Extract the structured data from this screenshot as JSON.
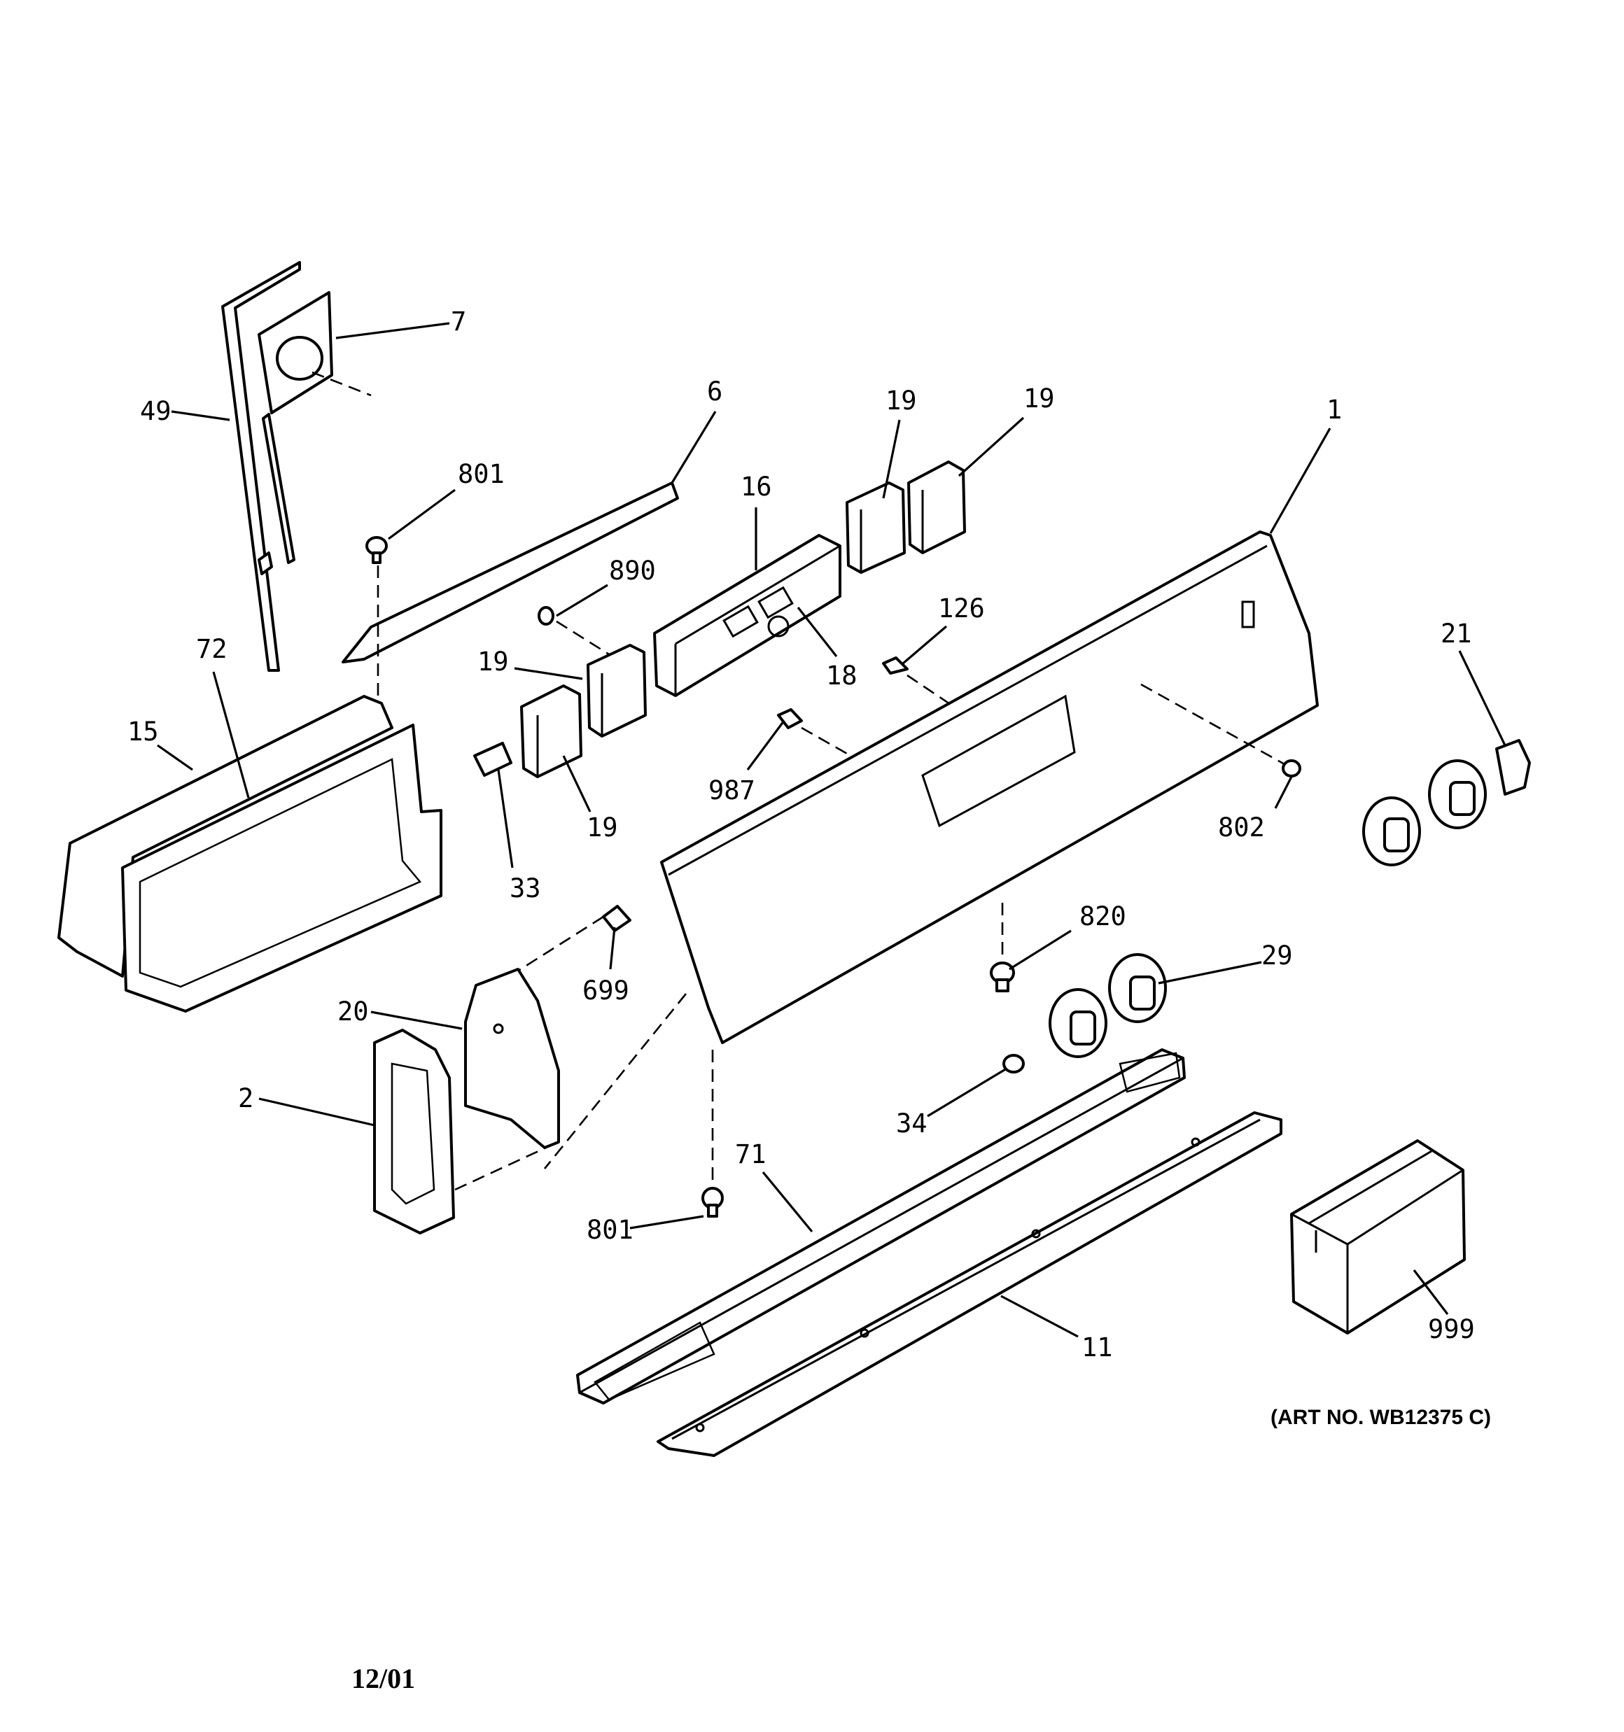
{
  "callouts": {
    "c7": "7",
    "c49": "49",
    "c6": "6",
    "c801_top": "801",
    "c16": "16",
    "c19_a": "19",
    "c19_b": "19",
    "c1": "1",
    "c890": "890",
    "c126": "126",
    "c21": "21",
    "c72": "72",
    "c15": "15",
    "c19_c": "19",
    "c18": "18",
    "c987": "987",
    "c802": "802",
    "c19_d": "19",
    "c33": "33",
    "c820": "820",
    "c29": "29",
    "c699": "699",
    "c20": "20",
    "c2": "2",
    "c34": "34",
    "c71": "71",
    "c801_bottom": "801",
    "c999": "999",
    "c11": "11"
  },
  "art_number": "(ART NO. WB12375 C)",
  "date": "12/01"
}
